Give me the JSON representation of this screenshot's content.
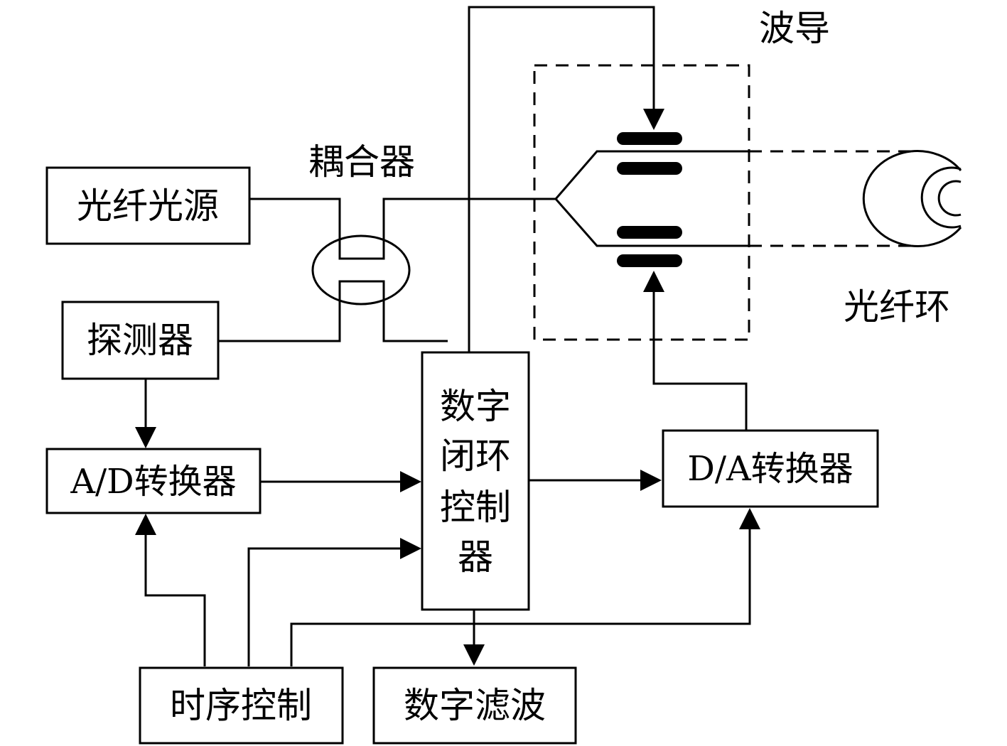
{
  "labels": {
    "source": "光纤光源",
    "coupler": "耦合器",
    "detector": "探测器",
    "adc": "A/D转换器",
    "controller_lines": [
      "数字",
      "闭环",
      "控制",
      "器"
    ],
    "dac": "D/A转换器",
    "timing": "时序控制",
    "filter": "数字滤波",
    "waveguide": "波导",
    "fiber_ring": "光纤环"
  },
  "colors": {
    "line": "#000000",
    "background": "#ffffff"
  }
}
